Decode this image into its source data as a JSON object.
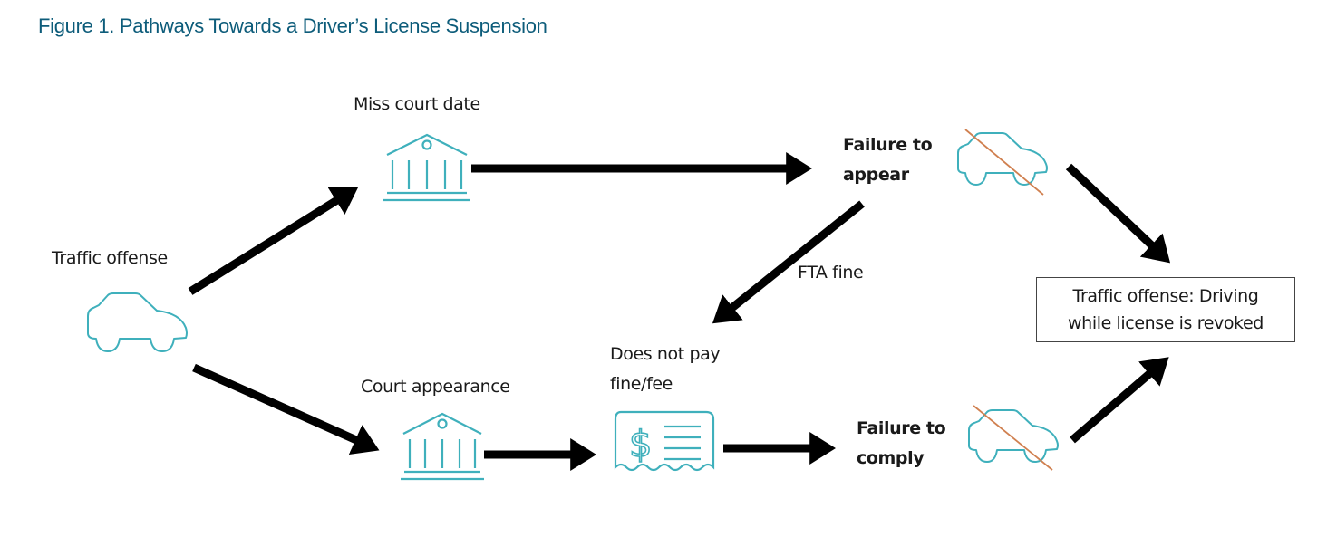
{
  "title": "Figure 1. Pathways Towards a Driver’s License Suspension",
  "colors": {
    "title": "#0d5c7a",
    "icon": "#3fb0bc",
    "strike": "#d08050",
    "arrow": "#000000"
  },
  "nodes": {
    "traffic_offense": {
      "label": "Traffic offense",
      "icon": "car-icon"
    },
    "miss_court_date": {
      "label": "Miss court date",
      "icon": "courthouse-icon"
    },
    "court_appearance": {
      "label": "Court appearance",
      "icon": "courthouse-icon"
    },
    "failure_to_appear": {
      "line1": "Failure to",
      "line2": "appear",
      "icon": "car-crossed-icon"
    },
    "does_not_pay": {
      "line1": "Does not pay",
      "line2": "fine/fee",
      "icon": "receipt-dollar-icon"
    },
    "failure_to_comply": {
      "line1": "Failure to",
      "line2": "comply",
      "icon": "car-crossed-icon"
    },
    "outcome": {
      "line1": "Traffic offense: Driving",
      "line2": "while license is revoked"
    }
  },
  "edges": [
    {
      "from": "traffic_offense",
      "to": "miss_court_date",
      "label": ""
    },
    {
      "from": "traffic_offense",
      "to": "court_appearance",
      "label": ""
    },
    {
      "from": "miss_court_date",
      "to": "failure_to_appear",
      "label": ""
    },
    {
      "from": "failure_to_appear",
      "to": "does_not_pay",
      "label": "FTA fine"
    },
    {
      "from": "court_appearance",
      "to": "does_not_pay",
      "label": ""
    },
    {
      "from": "does_not_pay",
      "to": "failure_to_comply",
      "label": ""
    },
    {
      "from": "failure_to_appear",
      "to": "outcome",
      "label": ""
    },
    {
      "from": "failure_to_comply",
      "to": "outcome",
      "label": ""
    }
  ]
}
